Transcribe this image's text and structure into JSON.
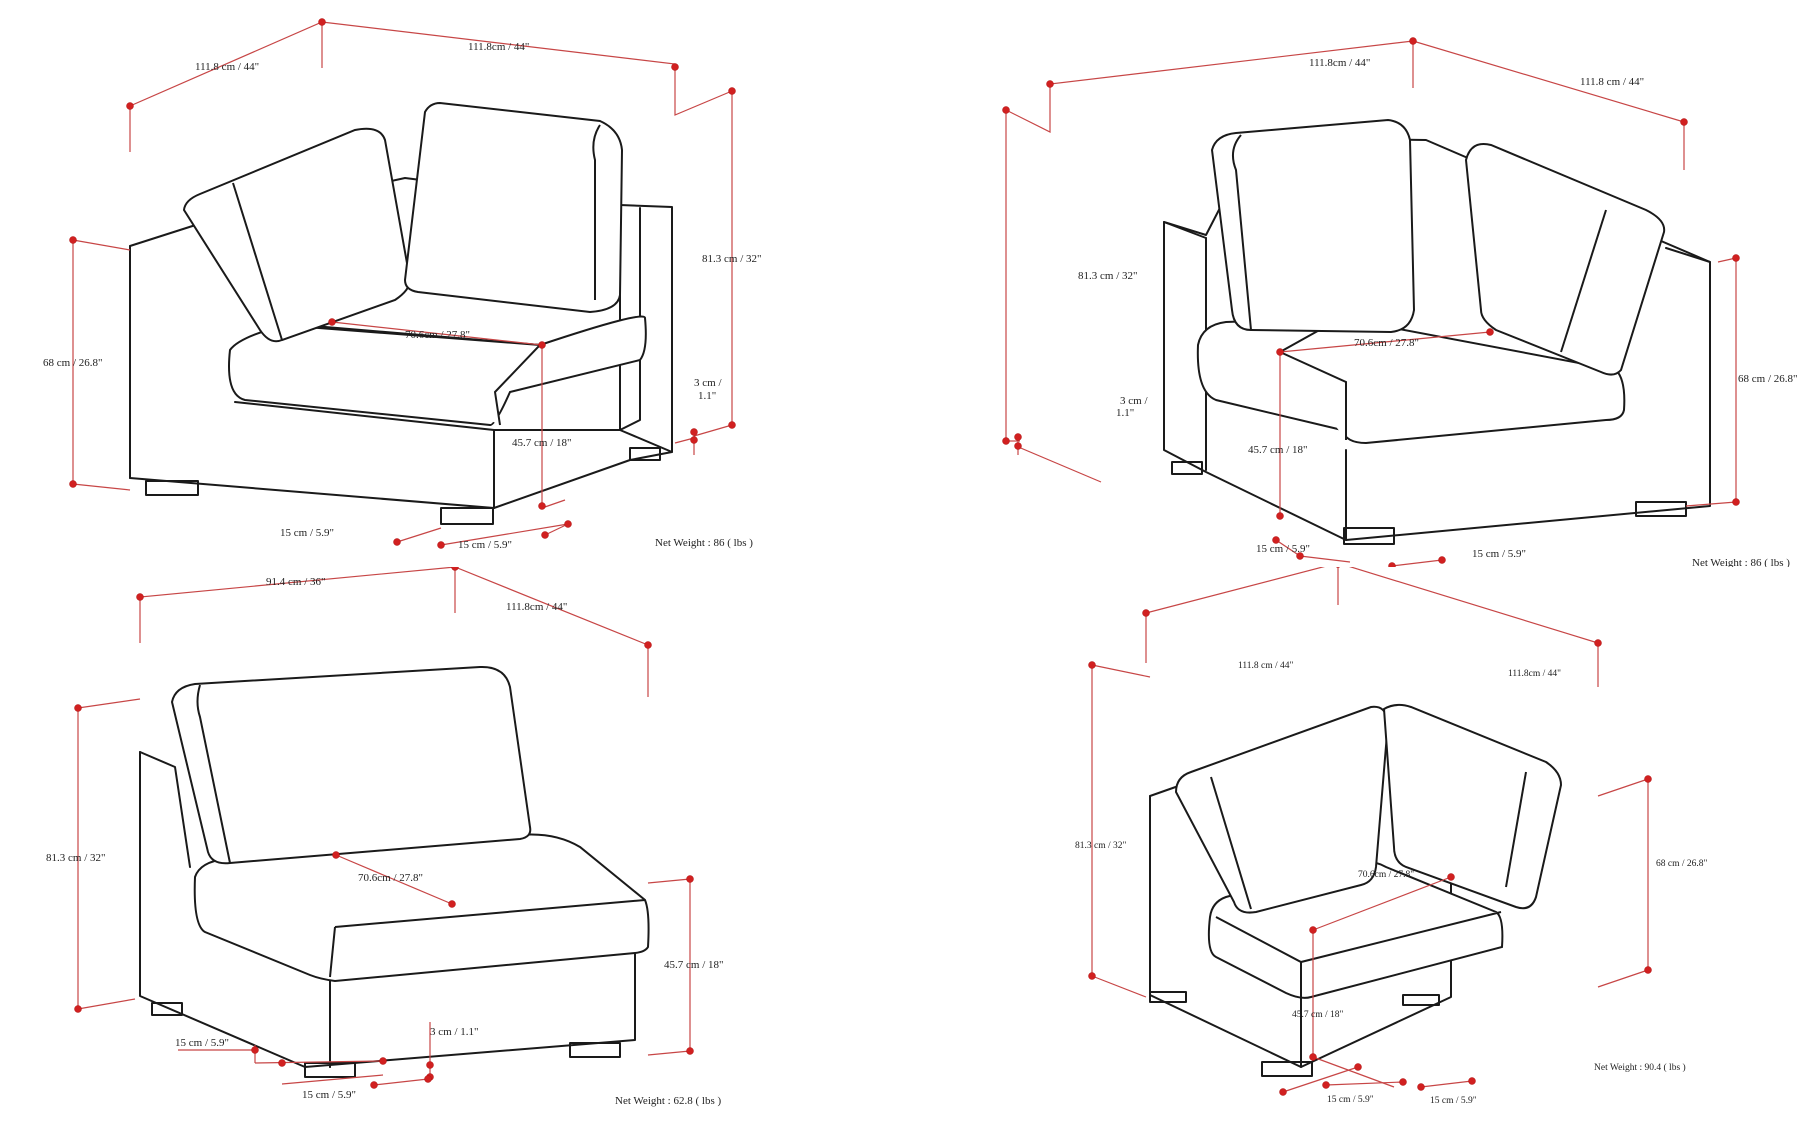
{
  "views": [
    {
      "id": "arm-chair-right",
      "width_a": "111.8 cm / 44\"",
      "width_b": "111.8cm / 44\"",
      "height": "81.3 cm / 32\"",
      "arm_height": "68 cm / 26.8\"",
      "seat_depth": "70.6cm / 27.8\"",
      "seat_height": "45.7 cm / 18\"",
      "clearance_a": "3 cm /",
      "clearance_b": "1.1\"",
      "leg_a": "15 cm / 5.9\"",
      "leg_b": "15 cm / 5.9\"",
      "net_weight": "Net Weight : 86 ( lbs )"
    },
    {
      "id": "arm-chair-left",
      "width_a": "111.8cm / 44\"",
      "width_b": "111.8 cm / 44\"",
      "height": "81.3 cm / 32\"",
      "arm_height": "68 cm / 26.8\"",
      "seat_depth": "70.6cm / 27.8\"",
      "seat_height": "45.7 cm / 18\"",
      "clearance_a": "3 cm /",
      "clearance_b": "1.1\"",
      "leg_a": "15 cm / 5.9\"",
      "leg_b": "15 cm / 5.9\"",
      "net_weight": "Net Weight : 86 ( lbs )"
    },
    {
      "id": "armless-chair",
      "width_a": "91.4 cm / 36\"",
      "width_b": "111.8cm / 44\"",
      "height": "81.3 cm / 32\"",
      "seat_depth": "70.6cm / 27.8\"",
      "seat_height": "45.7 cm / 18\"",
      "clearance": "3 cm / 1.1\"",
      "leg_a": "15 cm / 5.9\"",
      "leg_b": "15 cm / 5.9\"",
      "net_weight": "Net Weight : 62.8 ( lbs )"
    },
    {
      "id": "corner-chair",
      "width_a": "111.8 cm / 44\"",
      "width_b": "111.8cm / 44\"",
      "height": "81.3 cm / 32\"",
      "arm_height": "68 cm / 26.8\"",
      "seat_depth": "70.6cm / 27.8\"",
      "seat_height": "45.7 cm / 18\"",
      "leg_a": "15 cm / 5.9\"",
      "leg_b": "15 cm / 5.9\"",
      "net_weight": "Net Weight : 90.4 ( lbs )"
    }
  ],
  "colors": {
    "line": "#1a1a1a",
    "dimension": "#c74646",
    "dot": "#d12020"
  }
}
